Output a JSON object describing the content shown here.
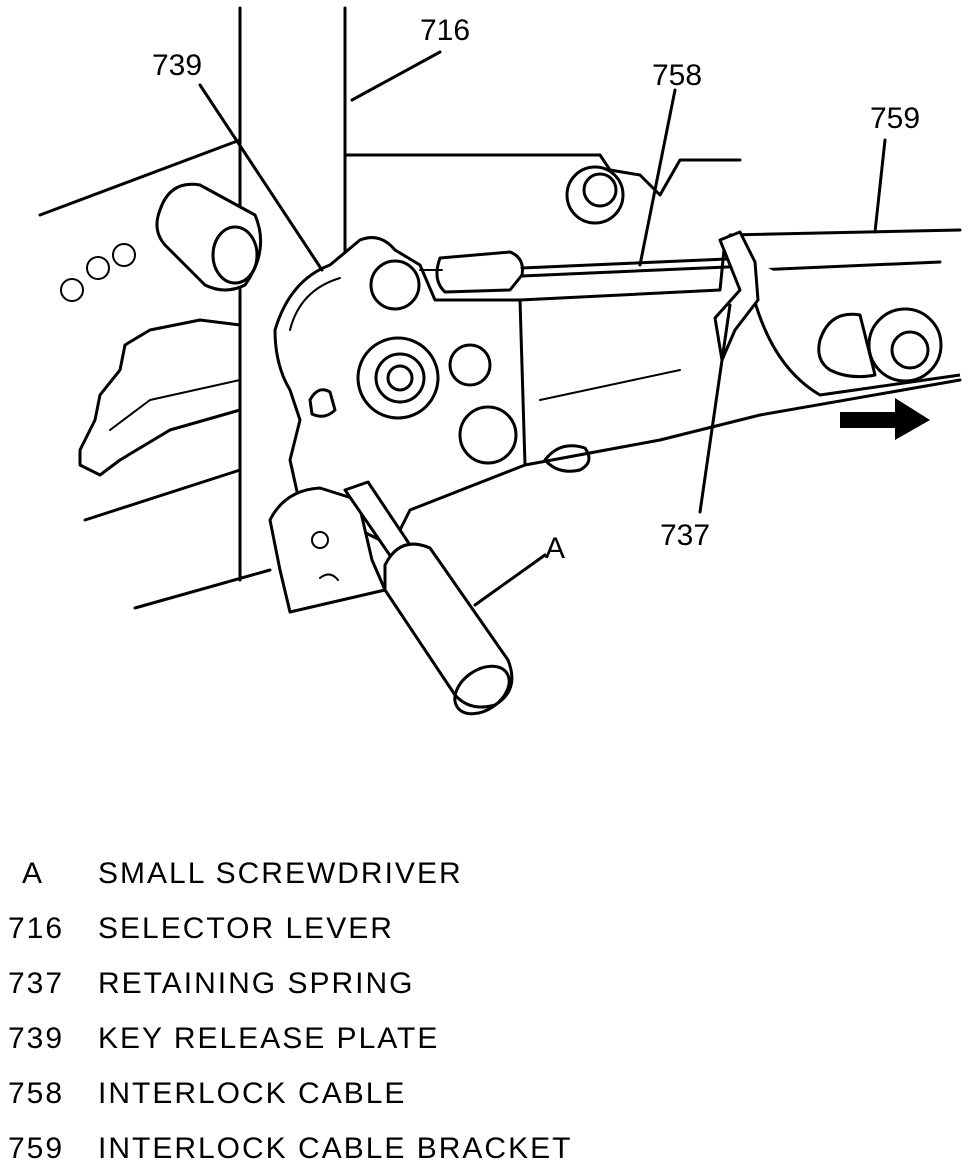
{
  "figure": {
    "callouts": {
      "c716": "716",
      "c739": "739",
      "c758": "758",
      "c759": "759",
      "c737": "737",
      "cA": "A"
    }
  },
  "legend": {
    "items": [
      {
        "key": "A",
        "desc": "SMALL SCREWDRIVER"
      },
      {
        "key": "716",
        "desc": "SELECTOR LEVER"
      },
      {
        "key": "737",
        "desc": "RETAINING SPRING"
      },
      {
        "key": "739",
        "desc": "KEY RELEASE PLATE"
      },
      {
        "key": "758",
        "desc": "INTERLOCK CABLE"
      },
      {
        "key": "759",
        "desc": "INTERLOCK CABLE BRACKET"
      }
    ]
  }
}
